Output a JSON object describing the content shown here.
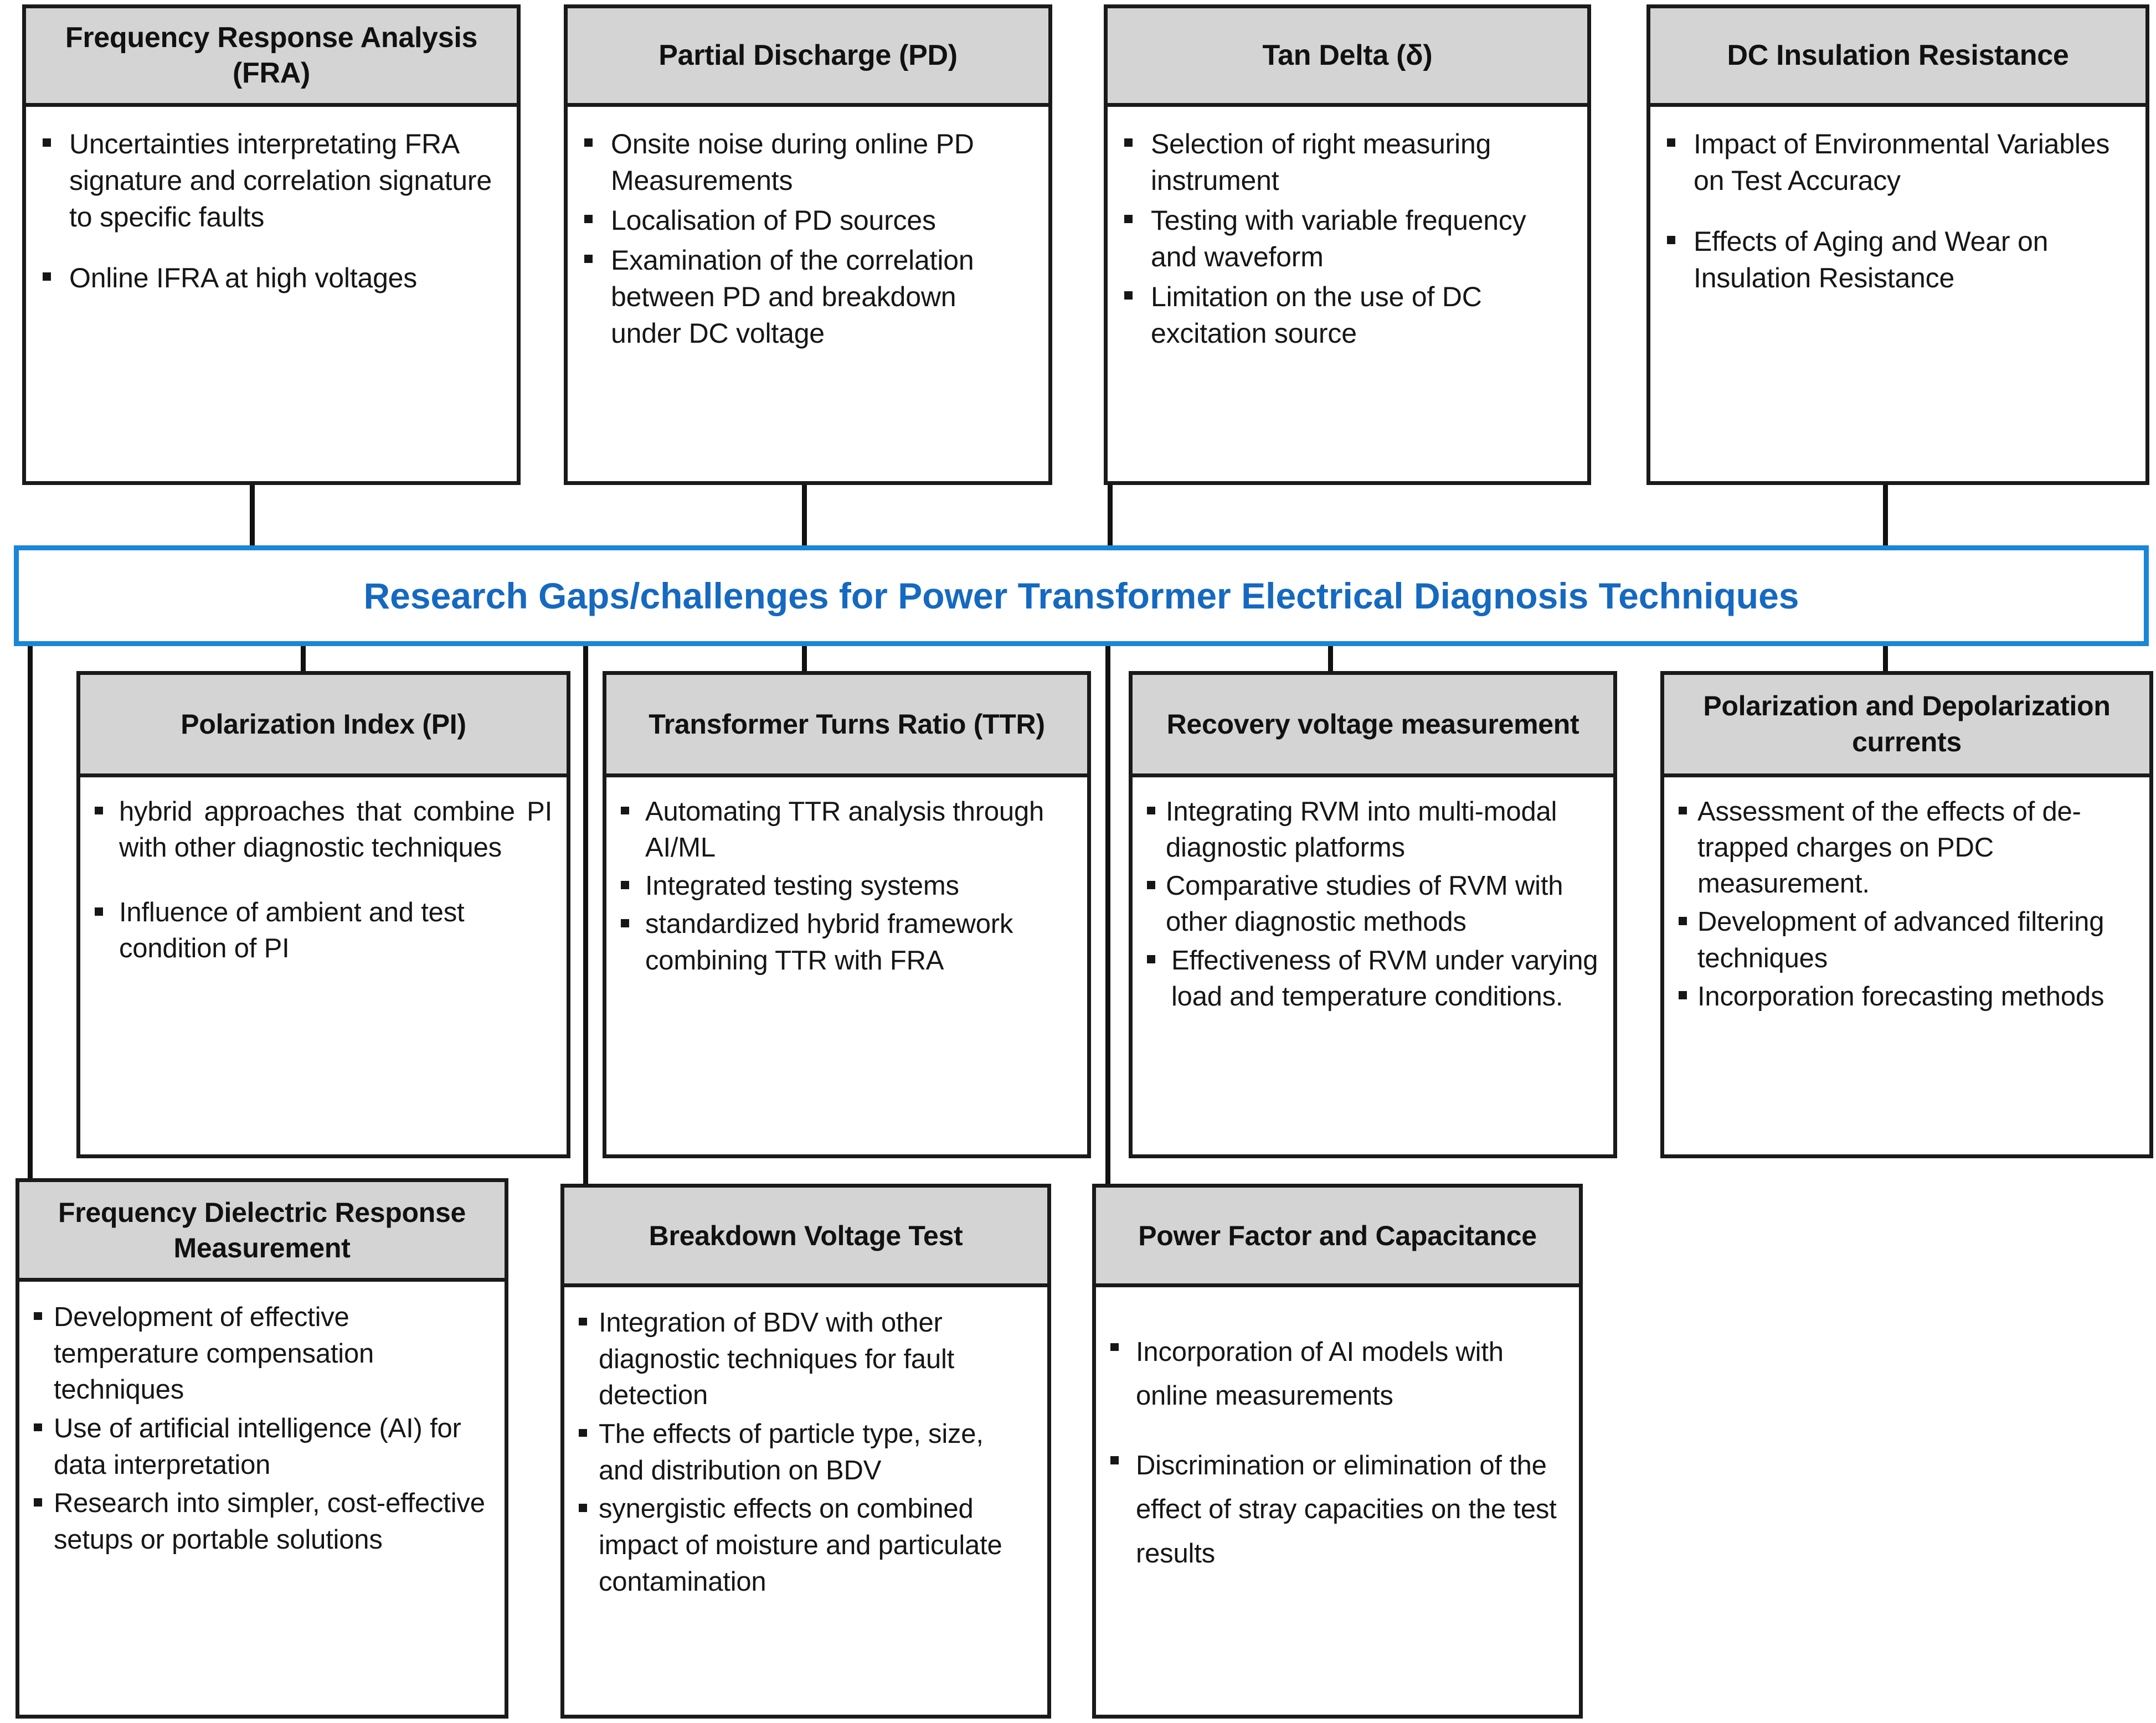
{
  "diagram": {
    "banner": {
      "title": "Research Gaps/challenges  for Power Transformer  Electrical Diagnosis Techniques",
      "border_color": "#1a86d8",
      "text_color": "#1569c0"
    },
    "header_fill": "#d4d4d4",
    "border_color": "#1a1a1a",
    "top_row": [
      {
        "title": "Frequency Response Analysis (FRA)",
        "bullets": [
          "Uncertainties  interpretating FRA signature and correlation signature to specific  faults",
          "Online  IFRA at high voltages"
        ]
      },
      {
        "title": "Partial Discharge (PD)",
        "bullets": [
          "Onsite  noise during online PD Measurements",
          "Localisation  of PD sources",
          "Examination  of the correlation between PD and breakdown under DC voltage"
        ]
      },
      {
        "title": "Tan Delta (δ)",
        "bullets": [
          "Selection  of right measuring instrument",
          "Testing with variable frequency and waveform",
          "Limitation  on the use of DC excitation  source"
        ]
      },
      {
        "title": "DC Insulation Resistance",
        "bullets": [
          "Impact of Environmental Variables on Test Accuracy",
          "Effects of Aging and Wear on Insulation  Resistance"
        ]
      }
    ],
    "middle_row": [
      {
        "title": "Polarization Index (PI)",
        "bullets": [
          "hybrid approaches that combine PI with other diagnostic  techniques",
          "Influence of ambient and test condition  of PI"
        ]
      },
      {
        "title": "Transformer Turns Ratio (TTR)",
        "bullets": [
          "Automating TTR analysis through AI/ML",
          "Integrated testing  systems",
          "standardized  hybrid framework combining  TTR with FRA"
        ]
      },
      {
        "title": "Recovery voltage measurement",
        "bullets": [
          "Integrating RVM into multi-modal diagnostic  platforms",
          "Comparative studies of RVM with other diagnostic  methods",
          "Effectiveness  of RVM under varying load and temperature conditions."
        ]
      },
      {
        "title": "Polarization and Depolarization currents",
        "bullets": [
          "Assessment  of the effects of de-trapped charges on PDC measurement.",
          "Development of advanced filtering techniques",
          "Incorporation forecasting methods"
        ]
      }
    ],
    "bottom_row": [
      {
        "title": "Frequency Dielectric Response Measurement",
        "bullets": [
          "Development of effective temperature compensation techniques",
          "Use of artificial  intelligence (AI) for data interpretation",
          "Research into simpler,  cost-effective  setups or portable solutions"
        ]
      },
      {
        "title": "Breakdown Voltage Test",
        "bullets": [
          "Integration of BDV with other diagnostic  techniques  for fault detection",
          "The effects of particle  type, size,  and distribution  on BDV",
          "synergistic  effects on combined impact  of moisture and particulate  contamination"
        ]
      },
      {
        "title": "Power Factor and Capacitance",
        "bullets": [
          "Incorporation  of AI models with online  measurements",
          "Discrimination  or elimination of the effect of stray capacities  on the test results"
        ]
      }
    ]
  }
}
